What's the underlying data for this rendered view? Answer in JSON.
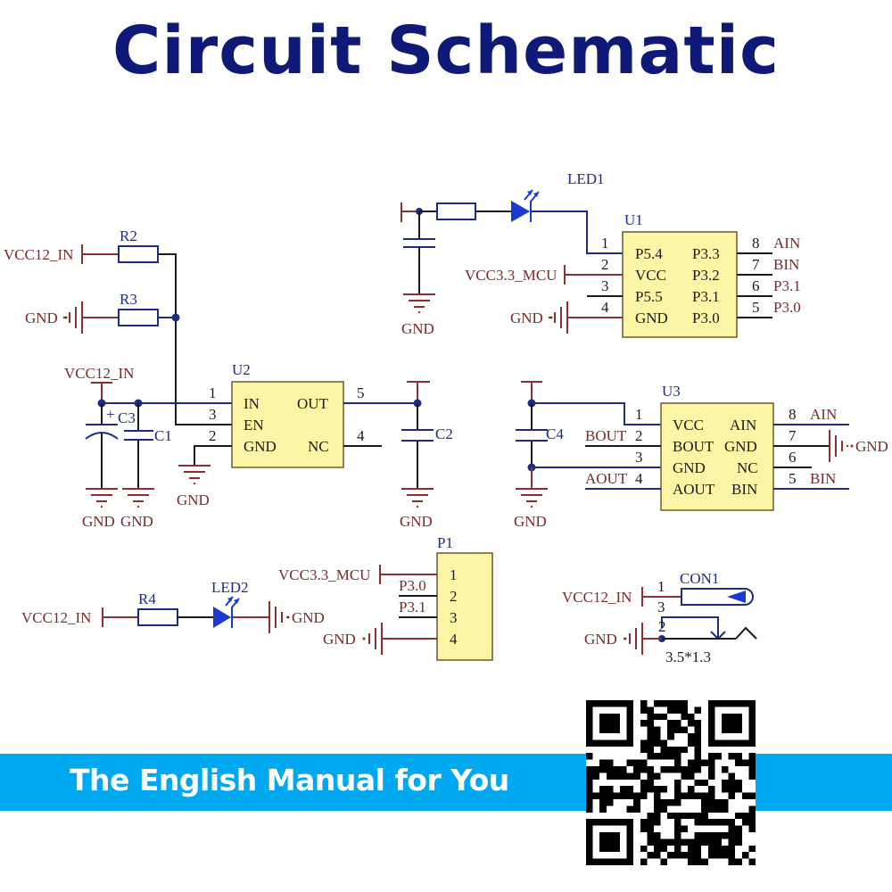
{
  "title": "Circuit Schematic",
  "banner": {
    "text": "The English Manual for You",
    "color": "#00a8f0"
  },
  "qr_code": {
    "icon": "qr-code-icon"
  },
  "colors": {
    "title": "#0f1a78",
    "net_label": "#7a2a2a",
    "designator": "#1d2a86",
    "chip_fill": "#fdf5a6",
    "wire_blue": "#1d2a86",
    "wire_red": "#8a3030"
  },
  "nets": {
    "vcc12": "VCC12_IN",
    "vcc33": "VCC3.3_MCU",
    "gnd": "GND",
    "ain": "AIN",
    "bin": "BIN",
    "aout": "AOUT",
    "bout": "BOUT",
    "p30": "P3.0",
    "p31": "P3.1"
  },
  "components": {
    "r2": "R2",
    "r3": "R3",
    "r4": "R4",
    "c1": "C1",
    "c2": "C2",
    "c3": "C3",
    "c4": "C4",
    "c3_polarity": "+",
    "led1": "LED1",
    "led2": "LED2",
    "con1": "CON1",
    "con1_value": "3.5*1.3",
    "con1_pins": [
      "1",
      "3",
      "2"
    ]
  },
  "u1": {
    "designator": "U1",
    "left_pins": [
      {
        "num": "1",
        "name": "P5.4"
      },
      {
        "num": "2",
        "name": "VCC"
      },
      {
        "num": "3",
        "name": "P5.5"
      },
      {
        "num": "4",
        "name": "GND"
      }
    ],
    "right_pins": [
      {
        "num": "8",
        "name": "P3.3",
        "net": "AIN"
      },
      {
        "num": "7",
        "name": "P3.2",
        "net": "BIN"
      },
      {
        "num": "6",
        "name": "P3.1",
        "net": "P3.1"
      },
      {
        "num": "5",
        "name": "P3.0",
        "net": "P3.0"
      }
    ]
  },
  "u2": {
    "designator": "U2",
    "left_pins": [
      {
        "num": "1",
        "name": "IN"
      },
      {
        "num": "3",
        "name": "EN"
      },
      {
        "num": "2",
        "name": "GND"
      }
    ],
    "right_pins": [
      {
        "num": "5",
        "name": "OUT"
      },
      {
        "num": "4",
        "name": "NC"
      }
    ]
  },
  "u3": {
    "designator": "U3",
    "left_pins": [
      {
        "num": "1",
        "name": "VCC"
      },
      {
        "num": "2",
        "name": "BOUT",
        "net": "BOUT"
      },
      {
        "num": "3",
        "name": "GND"
      },
      {
        "num": "4",
        "name": "AOUT",
        "net": "AOUT"
      }
    ],
    "right_pins": [
      {
        "num": "8",
        "name": "AIN",
        "net": "AIN"
      },
      {
        "num": "7",
        "name": "GND"
      },
      {
        "num": "6",
        "name": "NC"
      },
      {
        "num": "5",
        "name": "BIN",
        "net": "BIN"
      }
    ]
  },
  "p1": {
    "designator": "P1",
    "pins": [
      {
        "num": "1",
        "net": "VCC3.3_MCU"
      },
      {
        "num": "2",
        "net": "P3.0"
      },
      {
        "num": "3",
        "net": "P3.1"
      },
      {
        "num": "4",
        "net": "GND"
      }
    ]
  }
}
